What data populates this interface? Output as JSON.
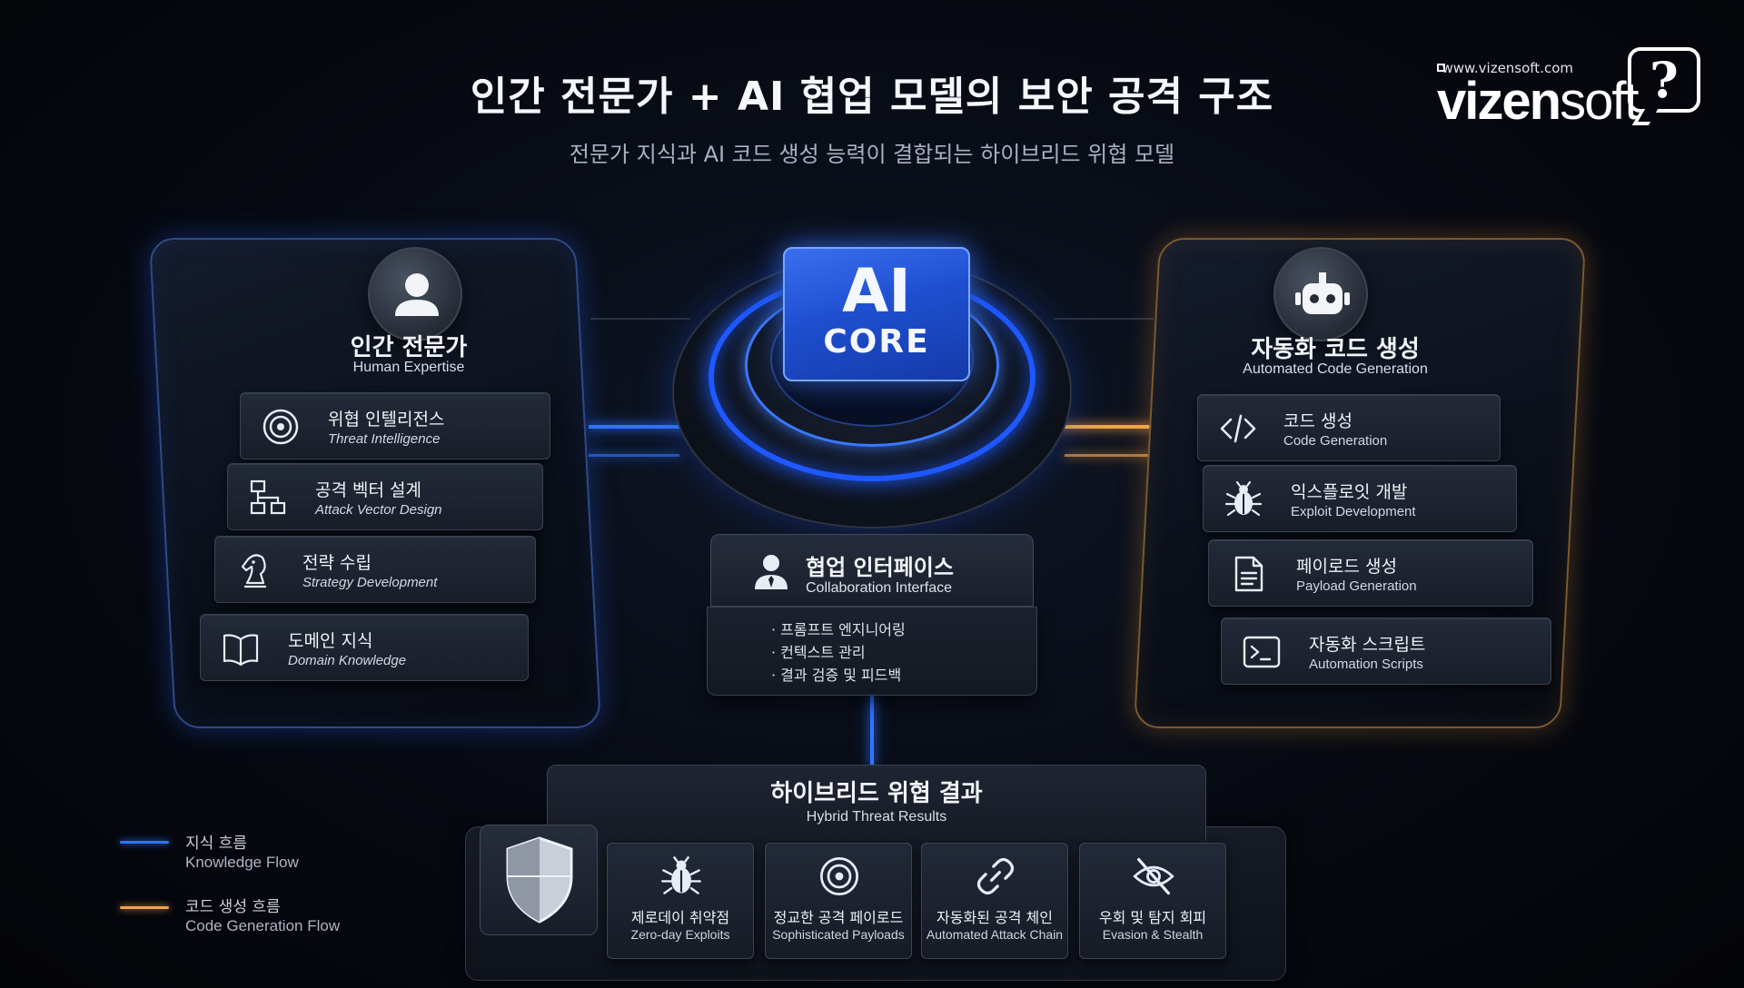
{
  "header": {
    "title": "인간 전문가 + AI 협업 모델의 보안 공격 구조",
    "subtitle": "전문가 지식과 AI 코드 생성 능력이 결합되는 하이브리드 위협 모델"
  },
  "brand": {
    "url": "www.vizensoft.com",
    "name_bold": "vizen",
    "name_light": "soft",
    "bubble": "?"
  },
  "human": {
    "title": "인간 전문가",
    "subtitle": "Human Expertise",
    "items": [
      {
        "ko": "위협 인텔리전스",
        "en": "Threat Intelligence",
        "icon": "target-icon"
      },
      {
        "ko": "공격 벡터 설계",
        "en": "Attack Vector Design",
        "icon": "flowchart-icon"
      },
      {
        "ko": "전략 수립",
        "en": "Strategy Development",
        "icon": "chess-knight-icon"
      },
      {
        "ko": "도메인 지식",
        "en": "Domain Knowledge",
        "icon": "book-icon"
      }
    ]
  },
  "core": {
    "line1": "AI",
    "line2": "CORE"
  },
  "automation": {
    "title": "자동화 코드 생성",
    "subtitle": "Automated Code Generation",
    "items": [
      {
        "ko": "코드 생성",
        "en": "Code Generation",
        "icon": "code-brackets-icon"
      },
      {
        "ko": "익스플로잇 개발",
        "en": "Exploit Development",
        "icon": "bug-icon"
      },
      {
        "ko": "페이로드 생성",
        "en": "Payload Generation",
        "icon": "document-icon"
      },
      {
        "ko": "자동화 스크립트",
        "en": "Automation Scripts",
        "icon": "terminal-icon"
      }
    ]
  },
  "collaboration": {
    "title": "협업 인터페이스",
    "subtitle": "Collaboration Interface",
    "bullets": [
      "프롬프트 엔지니어링",
      "컨텍스트 관리",
      "결과 검증 및 피드백"
    ]
  },
  "results": {
    "title": "하이브리드 위협 결과",
    "subtitle": "Hybrid Threat Results",
    "cards": [
      {
        "ko": "제로데이 취약점",
        "en": "Zero-day Exploits",
        "icon": "bug-icon"
      },
      {
        "ko": "정교한 공격 페이로드",
        "en": "Sophisticated Payloads",
        "icon": "target-icon"
      },
      {
        "ko": "자동화된 공격 체인",
        "en": "Automated Attack Chain",
        "icon": "chain-link-icon"
      },
      {
        "ko": "우회 및 탐지 회피",
        "en": "Evasion & Stealth",
        "icon": "eye-slash-icon"
      }
    ]
  },
  "legend": [
    {
      "ko": "지식 흐름",
      "en": "Knowledge Flow",
      "color": "#2f74ff"
    },
    {
      "ko": "코드 생성 흐름",
      "en": "Code Generation Flow",
      "color": "#f0a54a"
    }
  ]
}
